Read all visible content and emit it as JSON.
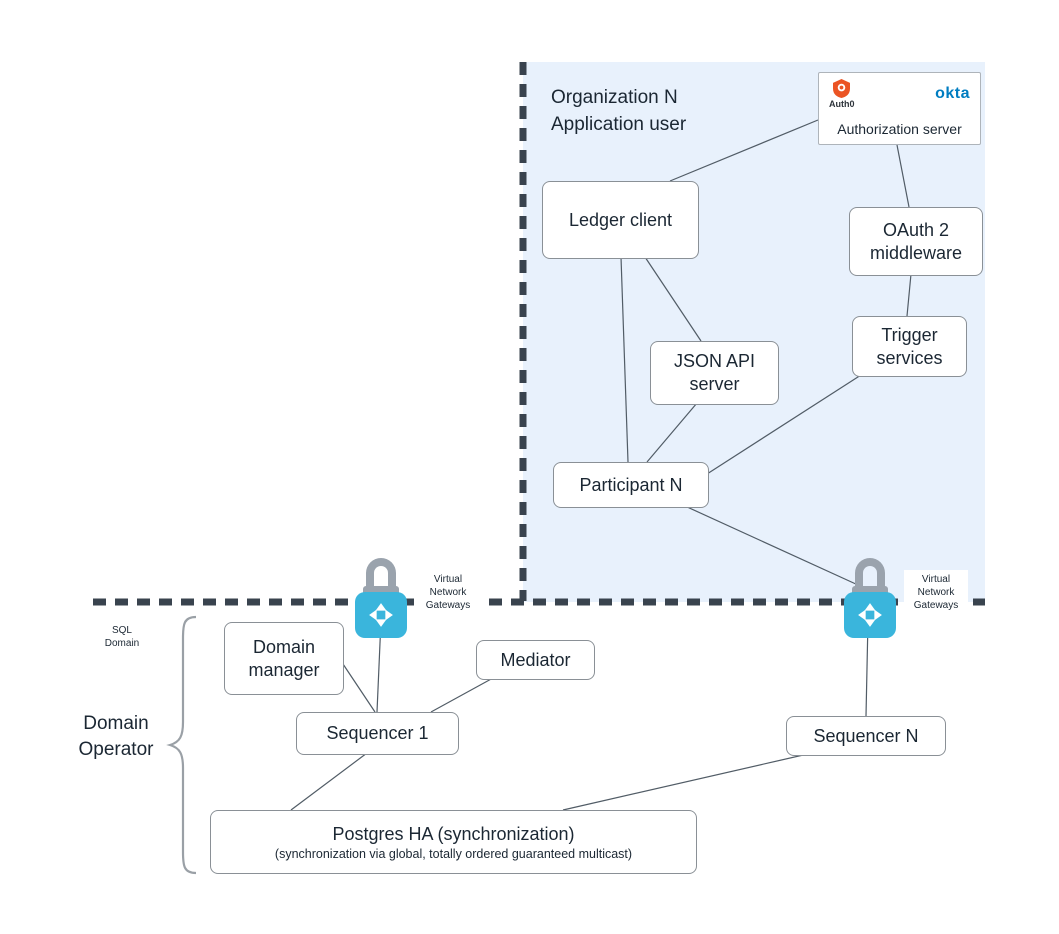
{
  "diagram": {
    "region": {
      "line1": "Organization N",
      "line2": "Application user"
    },
    "auth_box": {
      "label": "Authorization server",
      "auth0_text": "Auth0",
      "okta_text": "okta"
    },
    "nodes": {
      "ledger_client": "Ledger client",
      "oauth2_middleware": "OAuth 2 middleware",
      "trigger_services": "Trigger services",
      "json_api_server": "JSON API server",
      "participant_n": "Participant N",
      "domain_manager": "Domain manager",
      "mediator": "Mediator",
      "sequencer_1": "Sequencer 1",
      "sequencer_n": "Sequencer N",
      "postgres_title": "Postgres HA (synchronization)",
      "postgres_subtitle": "(synchronization via global, totally ordered guaranteed multicast)"
    },
    "gateways": {
      "label": "Virtual Network Gateways"
    },
    "labels": {
      "sql_domain": "SQL Domain",
      "domain_operator": "Domain Operator"
    },
    "colors": {
      "region_bg": "#e8f1fc",
      "dashed_line": "#39434e",
      "gateway_blue": "#3ab5dc",
      "lock_gray": "#9aa3ad",
      "auth0_orange": "#eb5424",
      "okta_blue": "#007dc1",
      "edge": "#515c66"
    }
  }
}
